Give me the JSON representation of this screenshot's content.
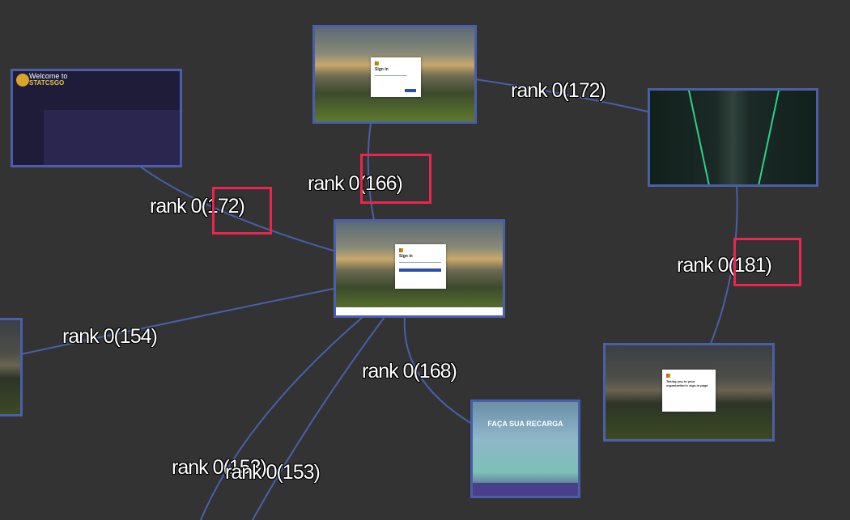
{
  "graph": {
    "edge_labels": [
      {
        "id": "top-right",
        "text": "rank 0(172)"
      },
      {
        "id": "center-top",
        "text": "rank 0(166)"
      },
      {
        "id": "left-top",
        "text": "rank 0(172)"
      },
      {
        "id": "right",
        "text": "rank 0(181)"
      },
      {
        "id": "left",
        "text": "rank 0(154)"
      },
      {
        "id": "center-bottom",
        "text": "rank 0(168)"
      },
      {
        "id": "bottom-a",
        "text": "rank 0(153)"
      },
      {
        "id": "bottom-b",
        "text": "rank 0(153)"
      }
    ],
    "edge_color": "#4a5fa8",
    "highlight_color": "#e8264f"
  },
  "nodes": {
    "stats": {
      "title": "Welcome to",
      "brand": "STATCSGO"
    },
    "signin_top": {
      "title": "Sign in"
    },
    "signin_center": {
      "title": "Sign in"
    },
    "redirect": {
      "title": "Taking you to your organization's sign-in page"
    },
    "recharge": {
      "title": "FAÇA SUA RECARGA"
    }
  }
}
